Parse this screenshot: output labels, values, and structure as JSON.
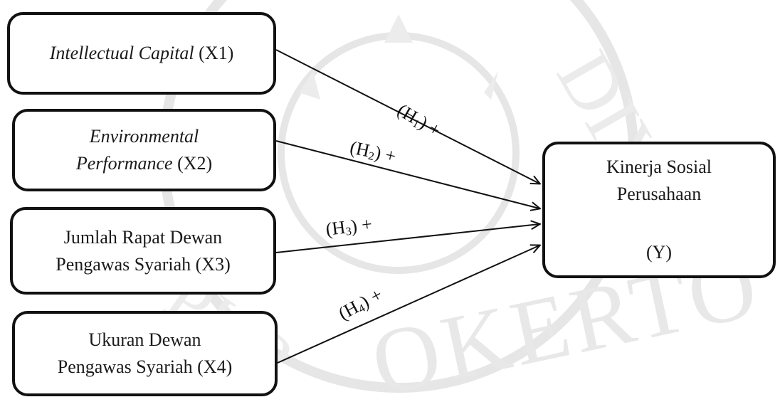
{
  "boxes": {
    "x1": {
      "italic": "Intellectual Capital",
      "rest": " (X1)"
    },
    "x2": {
      "line1_italic": "Environmental",
      "line2_italic": "Performance",
      "line2_rest": " (X2)"
    },
    "x3": {
      "line1": "Jumlah Rapat Dewan",
      "line2": "Pengawas Syariah (X3)"
    },
    "x4": {
      "line1": "Ukuran Dewan",
      "line2": "Pengawas Syariah (X4)"
    },
    "y": {
      "line1": "Kinerja Sosial",
      "line2": "Perusahaan",
      "line3": "(Y)"
    }
  },
  "hypotheses": [
    {
      "open": "(H",
      "sub": "1",
      "close": ") +"
    },
    {
      "open": "(H",
      "sub": "2",
      "close": ") +"
    },
    {
      "open": "(H",
      "sub": "3",
      "close": ") +"
    },
    {
      "open": "(H",
      "sub": "4",
      "close": ") +"
    }
  ],
  "watermark": {
    "text_top": "MUHAMMADIYAH",
    "text_bottom": "PURWOKERTO",
    "color": "#e6e6e6"
  },
  "colors": {
    "line": "#111111",
    "box_border": "#111111"
  }
}
